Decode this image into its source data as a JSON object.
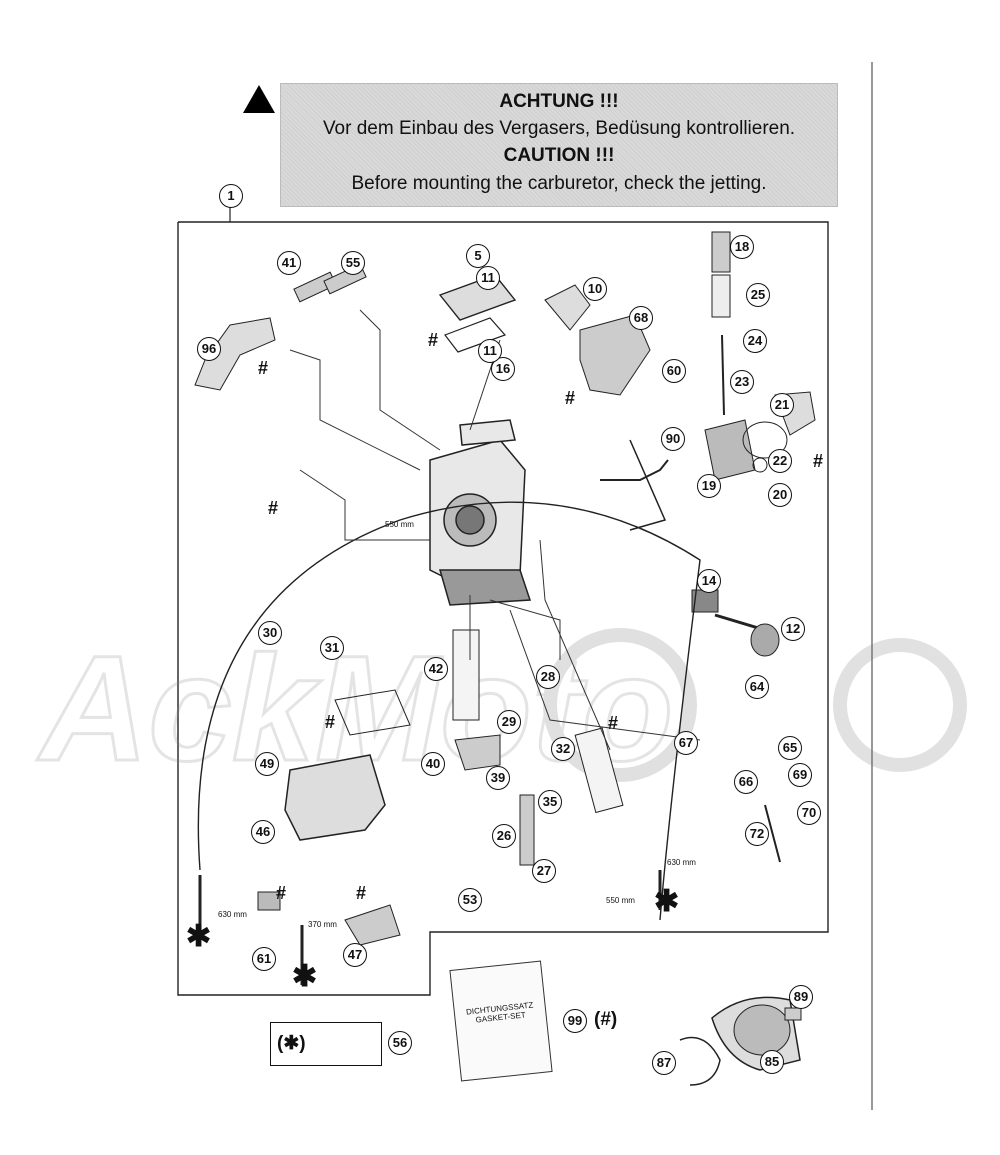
{
  "warning": {
    "line1": "ACHTUNG !!!",
    "line2": "Vor dem Einbau des Vergasers, Bedüsung kontrollieren.",
    "line3": "CAUTION !!!",
    "line4": "Before mounting the carburetor, check the jetting."
  },
  "assembly_ref": "1",
  "callouts": [
    "5",
    "11",
    "10",
    "18",
    "25",
    "41",
    "55",
    "68",
    "96",
    "16",
    "11",
    "60",
    "24",
    "23",
    "21",
    "90",
    "22",
    "19",
    "20",
    "14",
    "12",
    "30",
    "31",
    "42",
    "28",
    "64",
    "29",
    "67",
    "65",
    "32",
    "40",
    "39",
    "66",
    "69",
    "49",
    "46",
    "35",
    "70",
    "26",
    "72",
    "27",
    "53",
    "61",
    "47",
    "56",
    "99",
    "89",
    "87",
    "85"
  ],
  "dimensions": {
    "d550a": "550 mm",
    "d630a": "630 mm",
    "d370": "370 mm",
    "d550b": "550 mm",
    "d630b": "630 mm"
  },
  "legend": {
    "symbol": "(✱)",
    "ref": "56"
  },
  "gasket_kit": {
    "text1": "DICHTUNGSSATZ",
    "text2": "GASKET-SET",
    "ref": "99",
    "marker": "(#)"
  },
  "marks": {
    "hash": "#",
    "star": "✱"
  }
}
